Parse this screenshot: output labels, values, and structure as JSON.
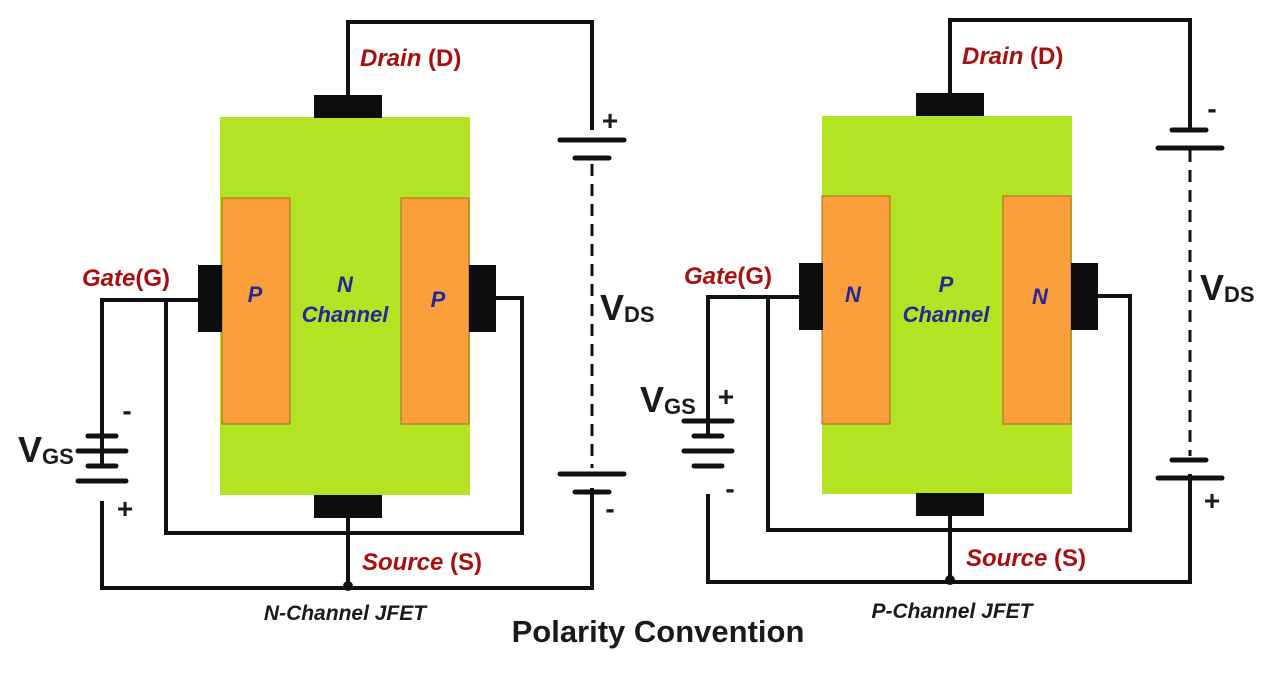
{
  "colors": {
    "channel_body": "#b3e423",
    "gate_region": "#fb9f3c",
    "terminal": "#0d0d0d",
    "label_red": "#a80f0f",
    "label_blue": "#25279a"
  },
  "title": "Polarity Convention",
  "n_channel": {
    "caption": "N-Channel JFET",
    "drain": {
      "name": "Drain",
      "abbr": "(D)"
    },
    "source": {
      "name": "Source",
      "abbr": "(S)"
    },
    "gate": {
      "name": "Gate",
      "abbr": "(G)"
    },
    "left_region": "P",
    "right_region": "P",
    "channel_letter": "N",
    "channel_word": "Channel",
    "vds": {
      "main": "V",
      "sub": "DS",
      "top_sign": "+",
      "bottom_sign": "-"
    },
    "vgs": {
      "main": "V",
      "sub": "GS",
      "top_sign": "-",
      "bottom_sign": "+"
    }
  },
  "p_channel": {
    "caption": "P-Channel JFET",
    "drain": {
      "name": "Drain",
      "abbr": "(D)"
    },
    "source": {
      "name": "Source",
      "abbr": "(S)"
    },
    "gate": {
      "name": "Gate",
      "abbr": "(G)"
    },
    "left_region": "N",
    "right_region": "N",
    "channel_letter": "P",
    "channel_word": "Channel",
    "vds": {
      "main": "V",
      "sub": "DS",
      "top_sign": "-",
      "bottom_sign": "+"
    },
    "vgs": {
      "main": "V",
      "sub": "GS",
      "top_sign": "+",
      "bottom_sign": "-"
    }
  }
}
